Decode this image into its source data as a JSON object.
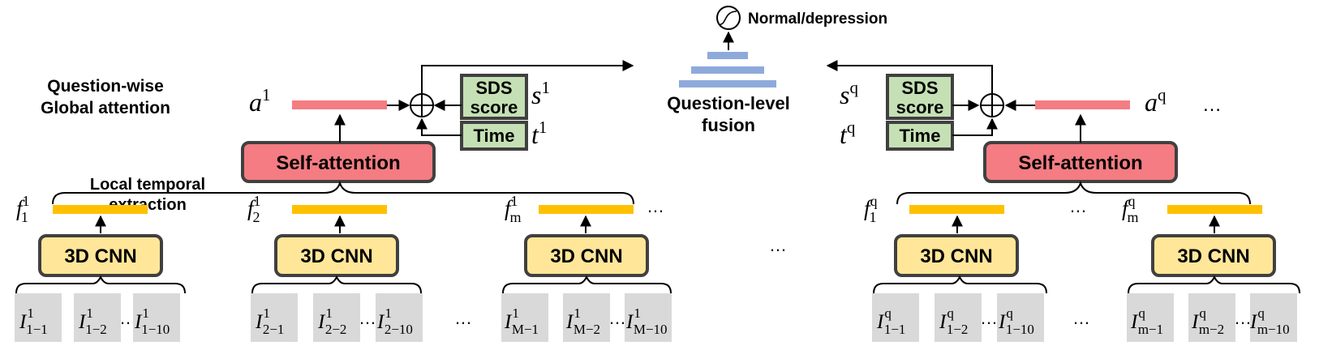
{
  "labels": {
    "output": "Normal/depression",
    "global_attention_line1": "Question-wise",
    "global_attention_line2": "Global attention",
    "local_temporal_line1": "Local temporal",
    "local_temporal_line2": "extraction",
    "fusion_line1": "Question-level",
    "fusion_line2": "fusion",
    "self_attention": "Self-attention",
    "cnn": "3D CNN",
    "sds_line1": "SDS",
    "sds_line2": "score",
    "time": "Time",
    "ellipsis": "…"
  },
  "left_group": {
    "attention_symbol": {
      "base": "a",
      "sup": "1"
    },
    "score_symbol": {
      "base": "s",
      "sup": "1"
    },
    "time_symbol": {
      "base": "t",
      "sup": "1"
    },
    "features": [
      {
        "base": "f",
        "sub": "1",
        "sup": "1"
      },
      {
        "base": "f",
        "sub": "2",
        "sup": "1"
      },
      {
        "base": "f",
        "sub": "m",
        "sup": "1"
      }
    ],
    "frame_groups": [
      [
        {
          "base": "I",
          "sub": "1−1",
          "sup": "1"
        },
        {
          "base": "I",
          "sub": "1−2",
          "sup": "1"
        },
        {
          "base": "I",
          "sub": "1−10",
          "sup": "1"
        }
      ],
      [
        {
          "base": "I",
          "sub": "2−1",
          "sup": "1"
        },
        {
          "base": "I",
          "sub": "2−2",
          "sup": "1"
        },
        {
          "base": "I",
          "sub": "2−10",
          "sup": "1"
        }
      ],
      [
        {
          "base": "I",
          "sub": "M−1",
          "sup": "1"
        },
        {
          "base": "I",
          "sub": "M−2",
          "sup": "1"
        },
        {
          "base": "I",
          "sub": "M−10",
          "sup": "1"
        }
      ]
    ]
  },
  "right_group": {
    "attention_symbol": {
      "base": "a",
      "sup": "q"
    },
    "score_symbol": {
      "base": "s",
      "sup": "q"
    },
    "time_symbol": {
      "base": "t",
      "sup": "q"
    },
    "features": [
      {
        "base": "f",
        "sub": "1",
        "sup": "q"
      },
      {
        "base": "f",
        "sub": "m",
        "sup": "q"
      }
    ],
    "frame_groups": [
      [
        {
          "base": "I",
          "sub": "1−1",
          "sup": "q"
        },
        {
          "base": "I",
          "sub": "1−2",
          "sup": "q"
        },
        {
          "base": "I",
          "sub": "1−10",
          "sup": "q"
        }
      ],
      [
        {
          "base": "I",
          "sub": "m−1",
          "sup": "q"
        },
        {
          "base": "I",
          "sub": "m−2",
          "sup": "q"
        },
        {
          "base": "I",
          "sub": "m−10",
          "sup": "q"
        }
      ]
    ]
  },
  "colors": {
    "attention_bar": "#f47c82",
    "self_attention_fill": "#f47c82",
    "feature_bar": "#ffc000",
    "cnn_fill": "#ffe699",
    "sds_fill": "#c5e0b4",
    "frame_fill": "#d9d9d9",
    "fusion_bar": "#8eaadb",
    "box_stroke": "#404040",
    "line": "#000000"
  }
}
